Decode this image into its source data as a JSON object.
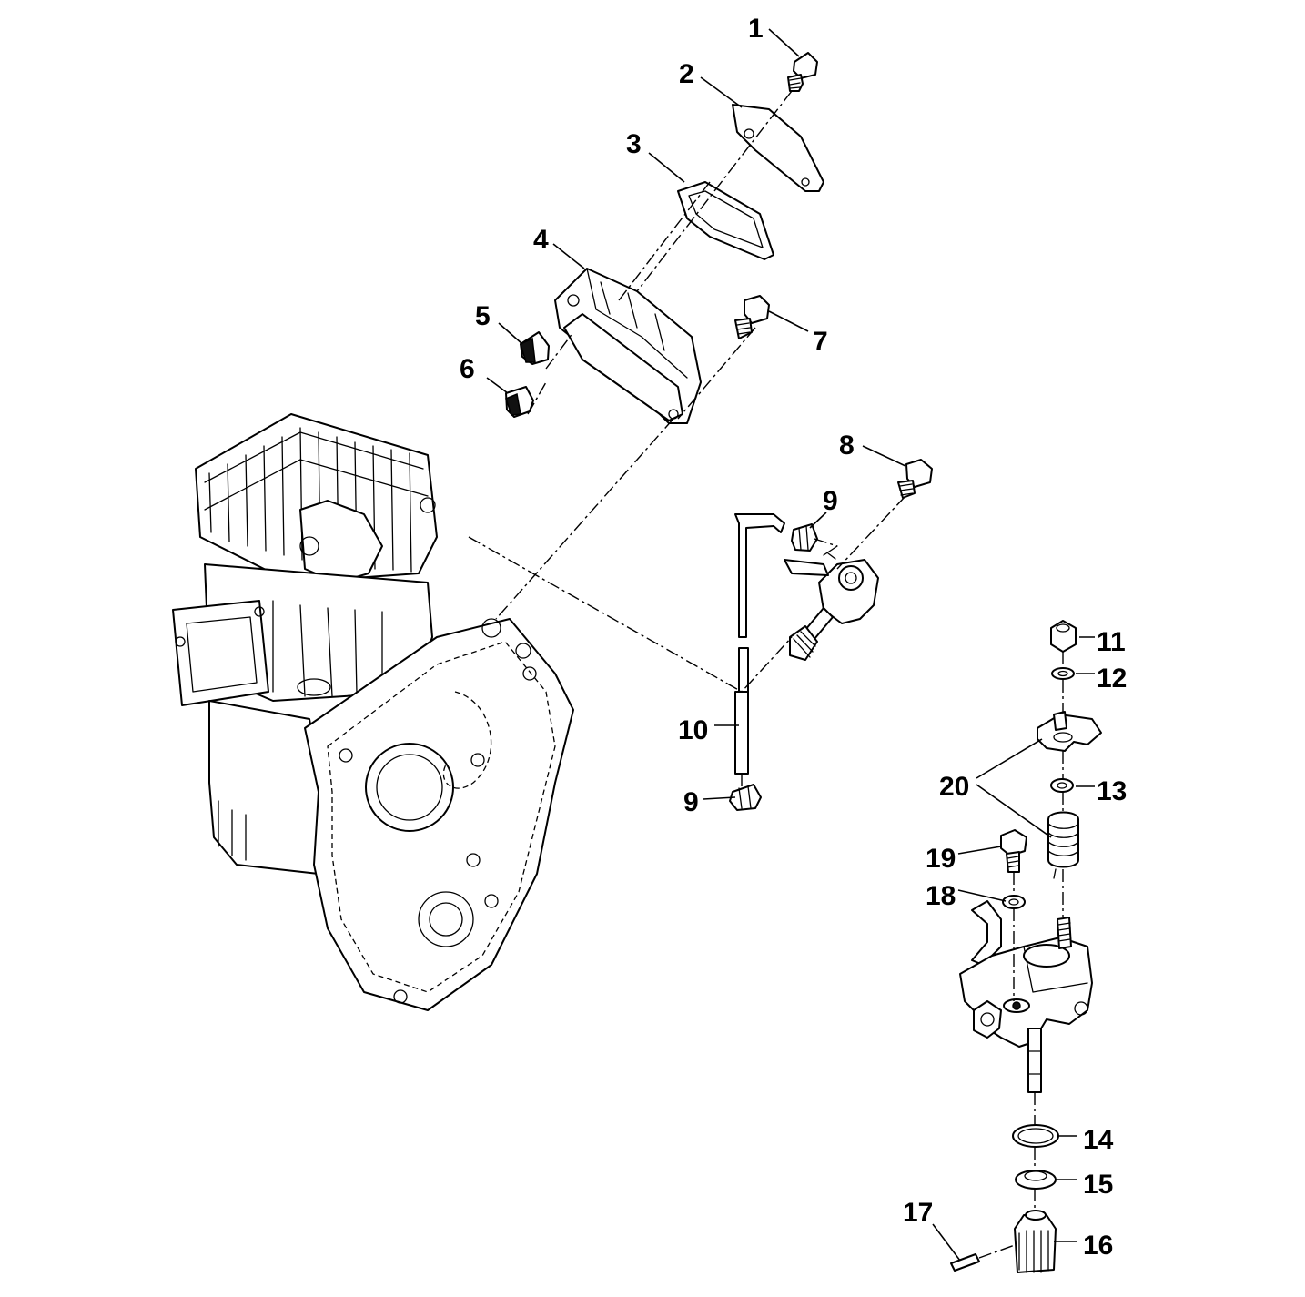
{
  "callouts": {
    "c1": "1",
    "c2": "2",
    "c3": "3",
    "c4": "4",
    "c5": "5",
    "c6": "6",
    "c7": "7",
    "c8": "8",
    "c9a": "9",
    "c9b": "9",
    "c10": "10",
    "c11": "11",
    "c12": "12",
    "c13": "13",
    "c14": "14",
    "c15": "15",
    "c16": "16",
    "c17": "17",
    "c18": "18",
    "c19": "19",
    "c20": "20"
  },
  "colors": {
    "ink": "#000000",
    "paper": "#ffffff"
  }
}
